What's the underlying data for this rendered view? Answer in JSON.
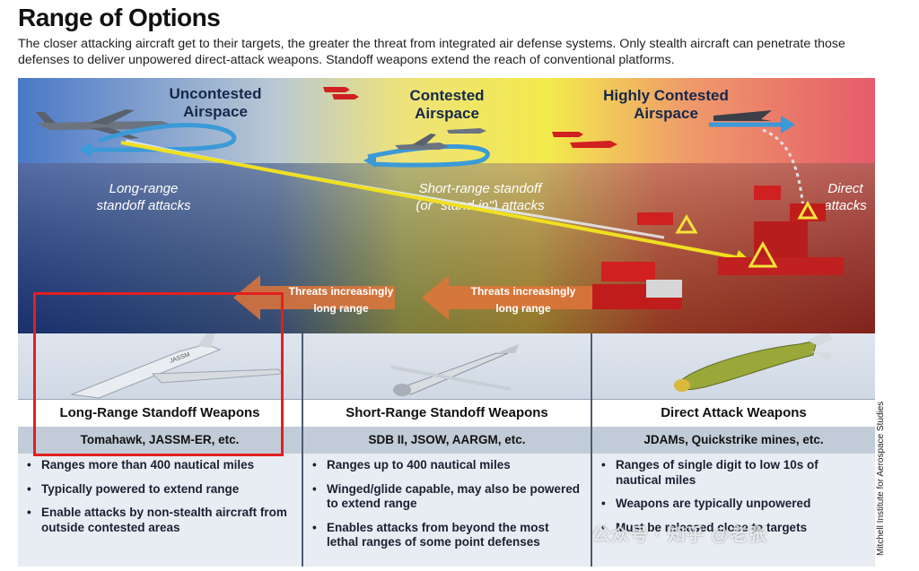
{
  "header": {
    "title": "Range of Options",
    "subtitle": "The closer attacking aircraft get to their targets, the greater the threat from integrated air defense systems. Only stealth aircraft can penetrate those defenses to deliver unpowered direct-attack weapons. Standoff weapons extend the reach of conventional platforms."
  },
  "scene": {
    "zones": [
      {
        "line1": "Uncontested",
        "line2": "Airspace"
      },
      {
        "line1": "Contested",
        "line2": "Airspace"
      },
      {
        "line1": "Highly Contested",
        "line2": "Airspace"
      }
    ],
    "attacks": [
      {
        "line1": "Long-range",
        "line2": "standoff attacks"
      },
      {
        "line1": "Short-range standoff",
        "line2": "(or \"stand-in\") attacks"
      },
      {
        "line1": "Direct",
        "line2": "attacks"
      }
    ],
    "threats": [
      {
        "line1": "Threats increasingly",
        "line2": "long range"
      },
      {
        "line1": "Threats increasingly",
        "line2": "long range"
      }
    ],
    "colors": {
      "uncontested": "#2f56a8",
      "contested": "#e8d74a",
      "highly_contested": "#c8352a",
      "arrow": "#f0e020",
      "accent": "#e12020"
    }
  },
  "weapon_icons": [
    "cruise-missile-icon",
    "glide-bomb-icon",
    "guided-bomb-icon"
  ],
  "columns": [
    {
      "heading": "Long-Range Standoff Weapons",
      "examples": "Tomahawk, JASSM-ER, etc.",
      "missile_marking": "JASSM",
      "bullets": [
        "Ranges more than 400 nautical miles",
        "Typically powered to extend range",
        "Enable attacks by non-stealth aircraft from outside contested areas"
      ]
    },
    {
      "heading": "Short-Range Standoff Weapons",
      "examples": "SDB II, JSOW, AARGM, etc.",
      "bullets": [
        "Ranges up to 400 nautical miles",
        "Winged/glide capable, may also be powered to extend range",
        "Enables attacks from beyond the most lethal ranges of some point defenses"
      ]
    },
    {
      "heading": "Direct Attack Weapons",
      "examples": "JDAMs, Quickstrike mines, etc.",
      "bullets": [
        "Ranges of single digit to low 10s of nautical miles",
        "Weapons are typically unpowered",
        "Must be released close to targets"
      ]
    }
  ],
  "credit": "Mitchell Institute for Aerospace Studies",
  "watermark": "公众号 · 知乎 @老张"
}
